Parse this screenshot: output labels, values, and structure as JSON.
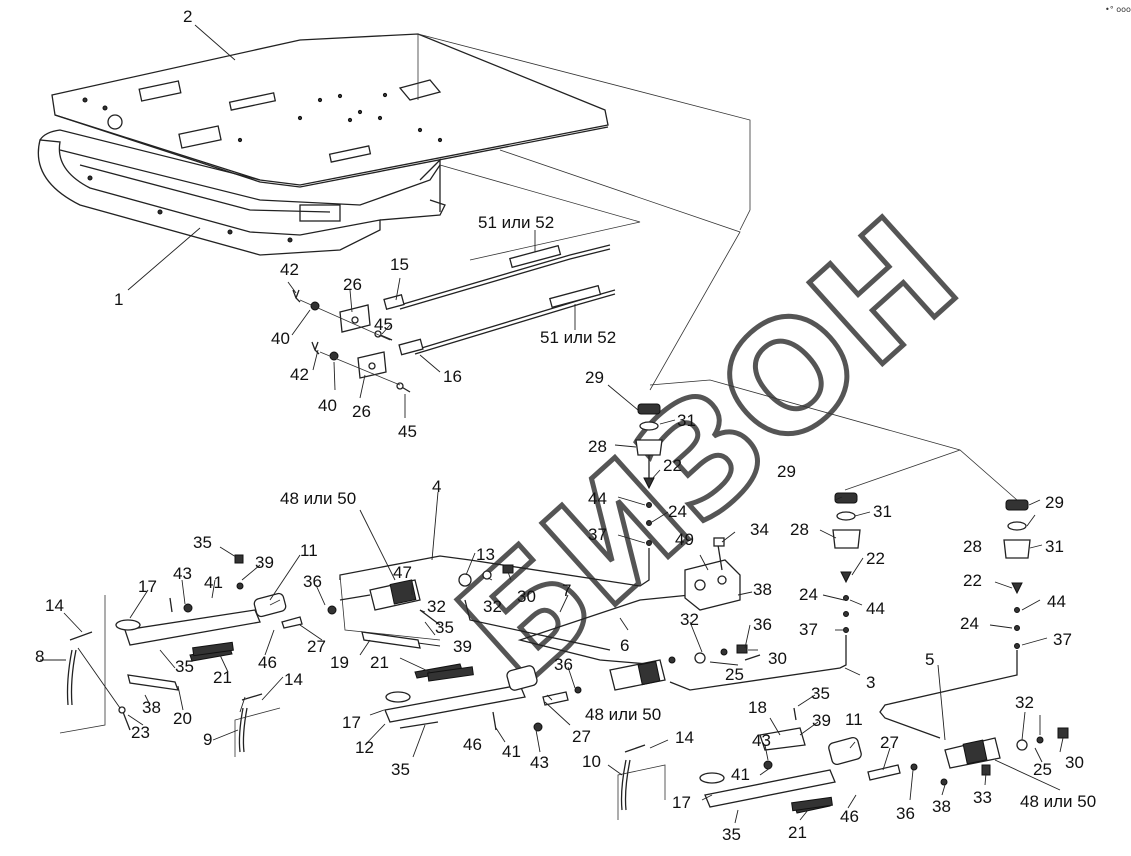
{
  "watermark": "БИЗОН",
  "corner_mark": "•° ooo",
  "labels": {
    "l1": "1",
    "l2": "2",
    "l3": "3",
    "l4": "4",
    "l5": "5",
    "l6": "6",
    "l7": "7",
    "l8": "8",
    "l9": "9",
    "l10": "10",
    "l11a": "11",
    "l11b": "11",
    "l12": "12",
    "l13": "13",
    "l14a": "14",
    "l14b": "14",
    "l14c": "14",
    "l15": "15",
    "l16": "16",
    "l17a": "17",
    "l17b": "17",
    "l17c": "17",
    "l18": "18",
    "l19": "19",
    "l20": "20",
    "l21a": "21",
    "l21b": "21",
    "l21c": "21",
    "l22a": "22",
    "l22b": "22",
    "l22c": "22",
    "l23": "23",
    "l24a": "24",
    "l24b": "24",
    "l24c": "24",
    "l25a": "25",
    "l25b": "25",
    "l26a": "26",
    "l26b": "26",
    "l27a": "27",
    "l27b": "27",
    "l27c": "27",
    "l28a": "28",
    "l28b": "28",
    "l28c": "28",
    "l29a": "29",
    "l29b": "29",
    "l29c": "29",
    "l30a": "30",
    "l30b": "30",
    "l30c": "30",
    "l31a": "31",
    "l31b": "31",
    "l31c": "31",
    "l32a": "32",
    "l32b": "32",
    "l32c": "32",
    "l32d": "32",
    "l33": "33",
    "l34": "34",
    "l35a": "35",
    "l35b": "35",
    "l35c": "35",
    "l35d": "35",
    "l35e": "35",
    "l35f": "35",
    "l36a": "36",
    "l36b": "36",
    "l36c": "36",
    "l36d": "36",
    "l37a": "37",
    "l37b": "37",
    "l37c": "37",
    "l38a": "38",
    "l38b": "38",
    "l38c": "38",
    "l39a": "39",
    "l39b": "39",
    "l39c": "39",
    "l40a": "40",
    "l40b": "40",
    "l41a": "41",
    "l41b": "41",
    "l41c": "41",
    "l42a": "42",
    "l42b": "42",
    "l43a": "43",
    "l43b": "43",
    "l43c": "43",
    "l44a": "44",
    "l44b": "44",
    "l44c": "44",
    "l45a": "45",
    "l45b": "45",
    "l46a": "46",
    "l46b": "46",
    "l46c": "46",
    "l47": "47",
    "l49": "49",
    "l48a": "48 или 50",
    "l48b": "48 или 50",
    "l48c": "48 или 50",
    "l51a": "51 или 52",
    "l51b": "51 или 52"
  }
}
